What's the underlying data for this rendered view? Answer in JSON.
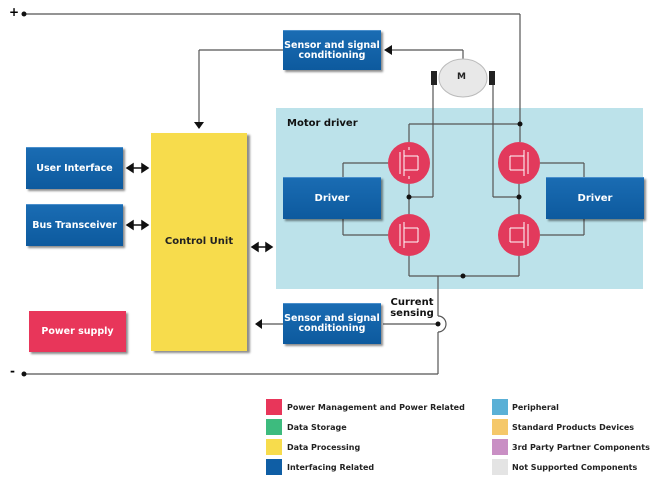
{
  "rails": {
    "positive": "+",
    "negative": "-"
  },
  "blocks": {
    "sensor_top": "Sensor and signal conditioning",
    "sensor_bottom": "Sensor and signal conditioning",
    "user_interface": "User Interface",
    "bus_transceiver": "Bus Transceiver",
    "control_unit": "Control Unit",
    "power_supply": "Power supply",
    "driver_left": "Driver",
    "driver_right": "Driver",
    "motor": "M"
  },
  "labels": {
    "motor_driver": "Motor driver",
    "current_sensing": "Current sensing"
  },
  "legend": [
    {
      "label": "Power Management and Power Related",
      "color": "#e8365a"
    },
    {
      "label": "Data Storage",
      "color": "#3dbb7e"
    },
    {
      "label": "Data Processing",
      "color": "#f7dc4c"
    },
    {
      "label": "Interfacing Related",
      "color": "#0f5ea5"
    },
    {
      "label": "Peripheral",
      "color": "#5ab0d6"
    },
    {
      "label": "Standard Products Devices",
      "color": "#f5c86a"
    },
    {
      "label": "3rd Party Partner Components",
      "color": "#c98fc4"
    },
    {
      "label": "Not Supported Components",
      "color": "#e4e4e4"
    }
  ],
  "colors": {
    "interfacing": "#0f5ea5",
    "processing": "#f7dc4c",
    "power": "#e8365a",
    "motor_panel": "#bce2ea"
  }
}
